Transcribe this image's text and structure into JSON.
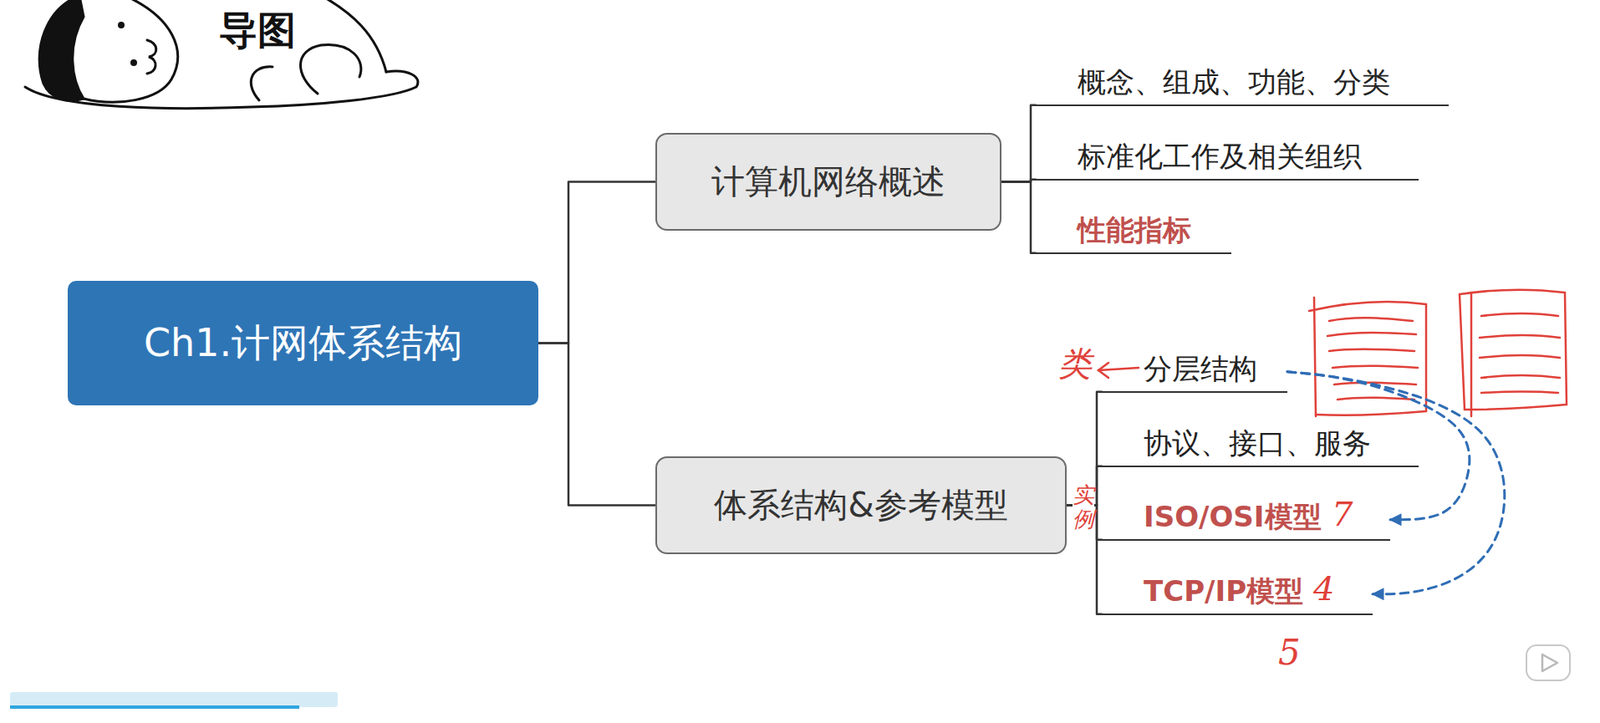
{
  "diagram": {
    "title": "导图",
    "nodes": [
      {
        "text": [
          "Ch1.计网体系结构"
        ]
      },
      {
        "text": [
          "计算机网络概述"
        ]
      },
      {
        "text": [
          "概念、组成、功能、分类"
        ]
      },
      {
        "text": [
          "标准化工作及相关组织"
        ]
      },
      {
        "text": [
          "性能指标"
        ]
      },
      {
        "text": [
          "体系结构&参考模型"
        ]
      },
      {
        "text": [
          "分层结构"
        ]
      },
      {
        "text": [
          "协议、接口、服务"
        ]
      },
      {
        "text": [
          "ISO/OSI模型"
        ]
      },
      {
        "text": [
          "TCP/IP模型"
        ]
      }
    ],
    "edges": [
      {
        "from": 0,
        "to": 1,
        "arrow": "none"
      },
      {
        "from": 1,
        "to": 2,
        "arrow": "none"
      },
      {
        "from": 1,
        "to": 3,
        "arrow": "none"
      },
      {
        "from": 1,
        "to": 4,
        "arrow": "none"
      },
      {
        "from": 0,
        "to": 5,
        "arrow": "none"
      },
      {
        "from": 5,
        "to": 6,
        "arrow": "none"
      },
      {
        "from": 5,
        "to": 7,
        "arrow": "none"
      },
      {
        "from": 5,
        "to": 8,
        "arrow": "none"
      },
      {
        "from": 5,
        "to": 9,
        "arrow": "none"
      },
      {
        "from": 6,
        "to": 8,
        "arrow": "to"
      },
      {
        "from": 6,
        "to": 9,
        "arrow": "to"
      }
    ],
    "labels": [
      "类",
      "实例",
      "7",
      "4",
      "5"
    ]
  }
}
